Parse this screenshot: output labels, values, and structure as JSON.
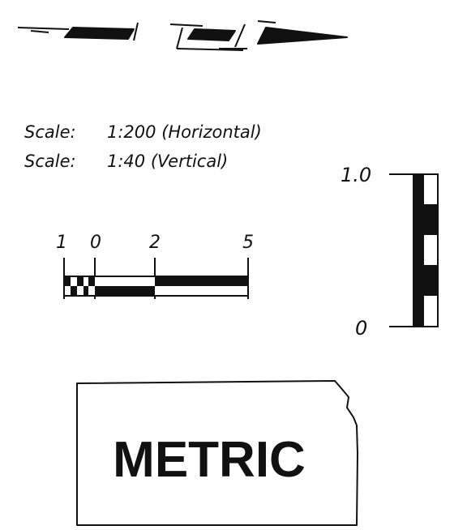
{
  "scale_notes": {
    "horizontal_label": "Scale:",
    "horizontal_value": "1:200 (Horizontal)",
    "vertical_label": "Scale:",
    "vertical_value": "1:40 (Vertical)"
  },
  "horizontal_bar": {
    "ticks": [
      "1",
      "0",
      "2",
      "5"
    ]
  },
  "vertical_bar": {
    "top_label": "1.0",
    "bottom_label": "0"
  },
  "state_outline": {
    "label": "METRIC"
  },
  "colors": {
    "ink": "#111111",
    "paper": "#ffffff"
  }
}
